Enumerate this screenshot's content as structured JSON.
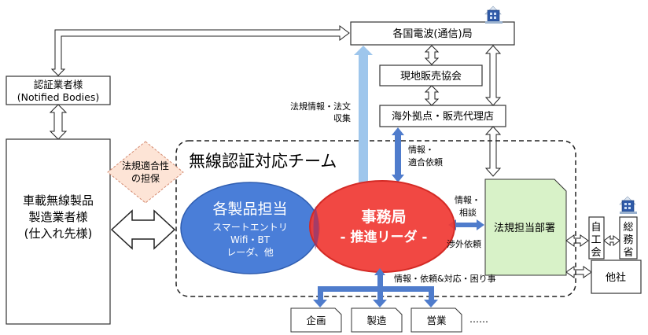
{
  "nodes": {
    "radio_authority": "各国電波(通信)局",
    "local_sales_assoc": "現地販売協会",
    "overseas_base": "海外拠点・販売代理店",
    "notified_bodies_1": "認証業者様",
    "notified_bodies_2": "(Notified Bodies)",
    "manufacturer_1": "車載無線製品",
    "manufacturer_2": "製造業者様",
    "manufacturer_3": "(仕入れ先様)",
    "compliance_1": "法規適合性",
    "compliance_2": "の担保",
    "team_title": "無線認証対応チーム",
    "product_lead_title": "各製品担当",
    "product_lead_1": "スマートエントリ",
    "product_lead_2": "Wifi・BT",
    "product_lead_3": "レーダ、他",
    "secretariat_1": "事務局",
    "secretariat_2": "- 推進リーダ -",
    "legal_dept": "法規担当部署",
    "jikokai_1": "自",
    "jikokai_2": "工",
    "jikokai_3": "会",
    "ministry_1": "総",
    "ministry_2": "務",
    "ministry_3": "省",
    "other_company": "他社",
    "dept_planning": "企画",
    "dept_manufacturing": "製造",
    "dept_sales": "営業",
    "dept_more": "……"
  },
  "labels": {
    "law_info_1": "法規情報・法文",
    "law_info_2": "収集",
    "info_request_1": "情報・",
    "info_request_2": "適合依頼",
    "info_consult_1": "情報・",
    "info_consult_2": "相談",
    "negotiation": "渉外依頼",
    "info_bottom": "情報・依頼&対応・困り事"
  },
  "colors": {
    "product_lead": "#4a7ed8",
    "secretariat": "#f03a35",
    "legal_dept": "#d8f2c8",
    "compliance": "#fde4d6",
    "arrow_blue": "#4f7ccc",
    "arrow_light": "#9ec6ec"
  },
  "icons": [
    "building-icon",
    "building-icon"
  ]
}
